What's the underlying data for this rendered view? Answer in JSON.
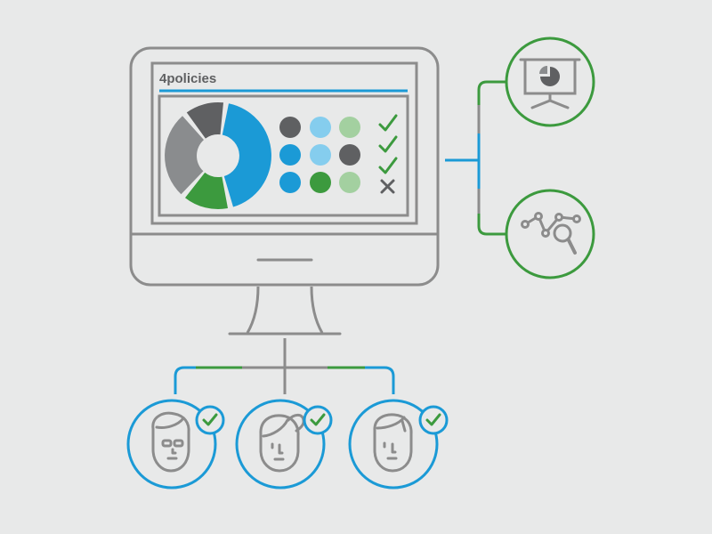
{
  "app": {
    "brand": "4policies"
  },
  "colors": {
    "background": "#e8e9e9",
    "outline_gray": "#8c8c8c",
    "dark_gray": "#5f6062",
    "mid_gray": "#8a8c8e",
    "blue": "#1b9ad6",
    "light_blue": "#85cdee",
    "green": "#3c9a3e",
    "light_green": "#a3d0a0"
  },
  "dashboard": {
    "donut": {
      "segments": [
        {
          "name": "dark-gray",
          "color": "#5f6062"
        },
        {
          "name": "blue",
          "color": "#1b9ad6"
        },
        {
          "name": "green",
          "color": "#3c9a3e"
        },
        {
          "name": "mid-gray",
          "color": "#8a8c8e"
        }
      ]
    },
    "status_rows": [
      {
        "dots": [
          "#5f6062",
          "#85cdee",
          "#a3d0a0"
        ],
        "status": "check"
      },
      {
        "dots": [
          "#1b9ad6",
          "#85cdee",
          "#5f6062"
        ],
        "status": "check"
      },
      {
        "dots": [
          "#1b9ad6",
          "#3c9a3e",
          "#a3d0a0"
        ],
        "status": "cross"
      }
    ],
    "extra_check": "check"
  },
  "side_nodes": [
    {
      "name": "presentation-chart-icon",
      "border": "#3c9a3e"
    },
    {
      "name": "data-analysis-icon",
      "border": "#3c9a3e"
    }
  ],
  "users": [
    {
      "name": "user-male-glasses",
      "border": "#1b9ad6",
      "badge": "check"
    },
    {
      "name": "user-female",
      "border": "#1b9ad6",
      "badge": "check"
    },
    {
      "name": "user-male",
      "border": "#1b9ad6",
      "badge": "check"
    }
  ]
}
